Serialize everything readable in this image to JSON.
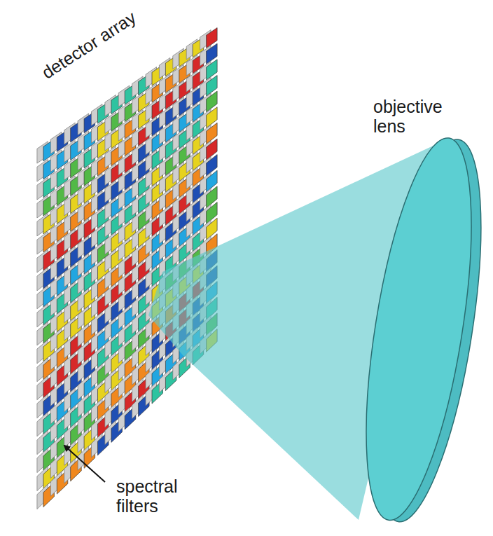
{
  "diagram": {
    "labels": [
      "detector array",
      "objective lens",
      "spectral filters"
    ]
  }
}
